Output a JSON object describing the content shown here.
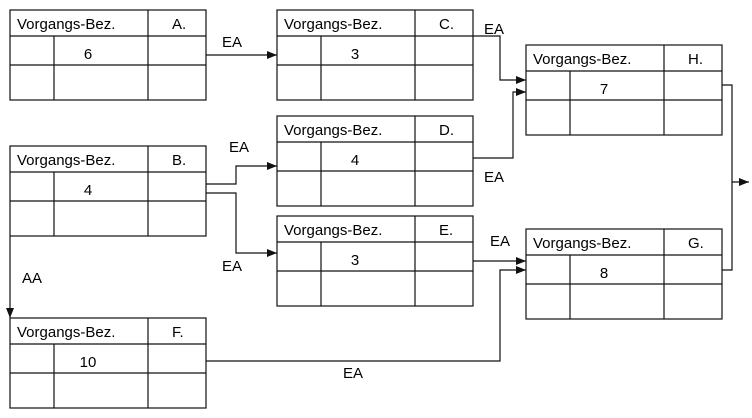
{
  "nodes": [
    {
      "id": "A",
      "header": "Vorgangs-Bez.",
      "code": "A.",
      "value": "6"
    },
    {
      "id": "B",
      "header": "Vorgangs-Bez.",
      "code": "B.",
      "value": "4"
    },
    {
      "id": "C",
      "header": "Vorgangs-Bez.",
      "code": "C.",
      "value": "3"
    },
    {
      "id": "D",
      "header": "Vorgangs-Bez.",
      "code": "D.",
      "value": "4"
    },
    {
      "id": "E",
      "header": "Vorgangs-Bez.",
      "code": "E.",
      "value": "3"
    },
    {
      "id": "F",
      "header": "Vorgangs-Bez.",
      "code": "F.",
      "value": "10"
    },
    {
      "id": "G",
      "header": "Vorgangs-Bez.",
      "code": "G.",
      "value": "8"
    },
    {
      "id": "H",
      "header": "Vorgangs-Bez.",
      "code": "H.",
      "value": "7"
    }
  ],
  "edges": [
    {
      "from": "A",
      "to": "C",
      "label": "EA"
    },
    {
      "from": "C",
      "to": "H",
      "label": "EA"
    },
    {
      "from": "D",
      "to": "H",
      "label": "EA"
    },
    {
      "from": "B",
      "to": "D",
      "label": "EA"
    },
    {
      "from": "B",
      "to": "E",
      "label": "EA"
    },
    {
      "from": "E",
      "to": "G",
      "label": "EA"
    },
    {
      "from": "B",
      "to": "F",
      "label": "AA"
    },
    {
      "from": "F",
      "to": "G",
      "label": "EA"
    }
  ]
}
